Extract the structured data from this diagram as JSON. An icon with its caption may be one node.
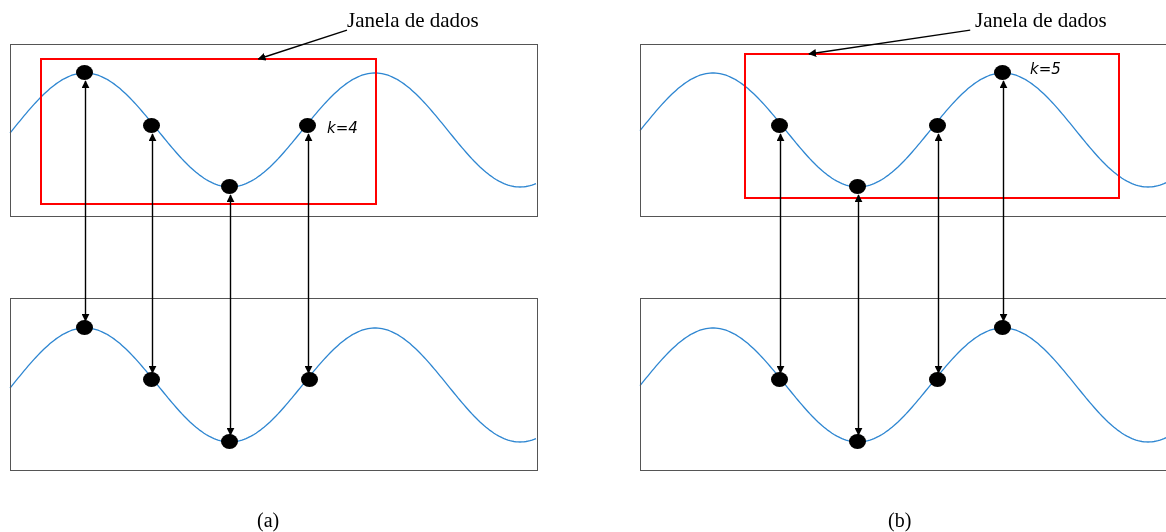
{
  "diagram": {
    "nodes": [
      {
        "text": [
          "Janela de dados"
        ]
      },
      {
        "text": [],
        "shape": "box"
      },
      {
        "text": [],
        "shape": "box",
        "in": 1
      },
      {
        "text": [],
        "shape": "circle",
        "in": 2
      },
      {
        "text": [],
        "shape": "circle",
        "in": 2
      },
      {
        "text": [],
        "shape": "circle",
        "in": 2
      },
      {
        "text": [],
        "shape": "circle",
        "in": 2,
        "beside": [
          "k=4"
        ]
      },
      {
        "text": [],
        "shape": "box"
      },
      {
        "text": [],
        "shape": "circle",
        "in": 7
      },
      {
        "text": [],
        "shape": "circle",
        "in": 7
      },
      {
        "text": [],
        "shape": "circle",
        "in": 7
      },
      {
        "text": [],
        "shape": "circle",
        "in": 7
      },
      {
        "text": [
          "Janela de dados"
        ]
      },
      {
        "text": [],
        "shape": "box"
      },
      {
        "text": [],
        "shape": "box",
        "in": 13
      },
      {
        "text": [],
        "shape": "circle",
        "in": 14
      },
      {
        "text": [],
        "shape": "circle",
        "in": 14
      },
      {
        "text": [],
        "shape": "circle",
        "in": 14
      },
      {
        "text": [],
        "shape": "circle",
        "in": 14,
        "beside": [
          "k=5"
        ]
      },
      {
        "text": [],
        "shape": "box"
      },
      {
        "text": [],
        "shape": "circle",
        "in": 19
      },
      {
        "text": [],
        "shape": "circle",
        "in": 19
      },
      {
        "text": [],
        "shape": "circle",
        "in": 19
      },
      {
        "text": [],
        "shape": "circle",
        "in": 19
      }
    ],
    "edges": [
      {
        "from": 0,
        "to": 2,
        "arrow": "to"
      },
      {
        "from": 3,
        "to": 8,
        "arrow": "both"
      },
      {
        "from": 4,
        "to": 9,
        "arrow": "both"
      },
      {
        "from": 5,
        "to": 10,
        "arrow": "both"
      },
      {
        "from": 6,
        "to": 11,
        "arrow": "both"
      },
      {
        "from": 12,
        "to": 14,
        "arrow": "to"
      },
      {
        "from": 15,
        "to": 20,
        "arrow": "both"
      },
      {
        "from": 16,
        "to": 21,
        "arrow": "both"
      },
      {
        "from": 17,
        "to": 22,
        "arrow": "both"
      },
      {
        "from": 18,
        "to": 23,
        "arrow": "both"
      }
    ],
    "labels": [
      "(a)",
      "(b)"
    ]
  }
}
